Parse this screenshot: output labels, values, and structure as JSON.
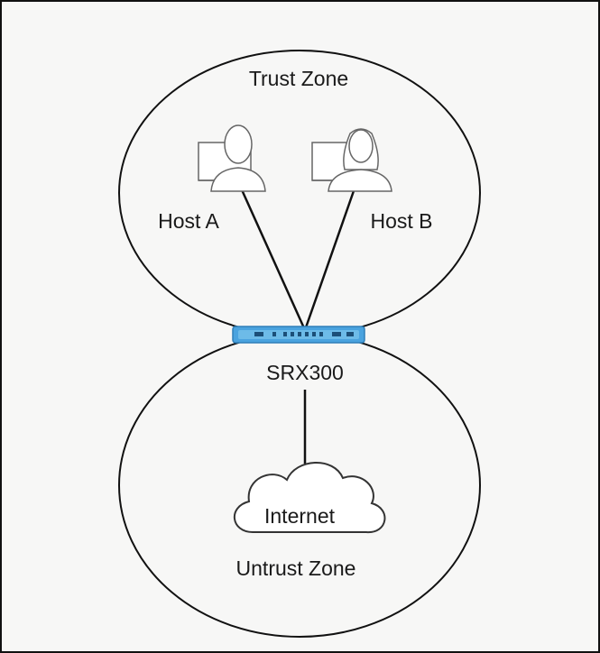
{
  "diagram": {
    "trust_zone": {
      "label": "Trust Zone"
    },
    "untrust_zone": {
      "label": "Untrust Zone"
    },
    "host_a": {
      "label": "Host A",
      "icon": "male-user-computer-icon"
    },
    "host_b": {
      "label": "Host B",
      "icon": "female-user-computer-icon"
    },
    "firewall": {
      "label": "SRX300",
      "icon": "firewall-device-icon",
      "color": "#4aa3df"
    },
    "internet": {
      "label": "Internet",
      "icon": "cloud-icon"
    }
  }
}
